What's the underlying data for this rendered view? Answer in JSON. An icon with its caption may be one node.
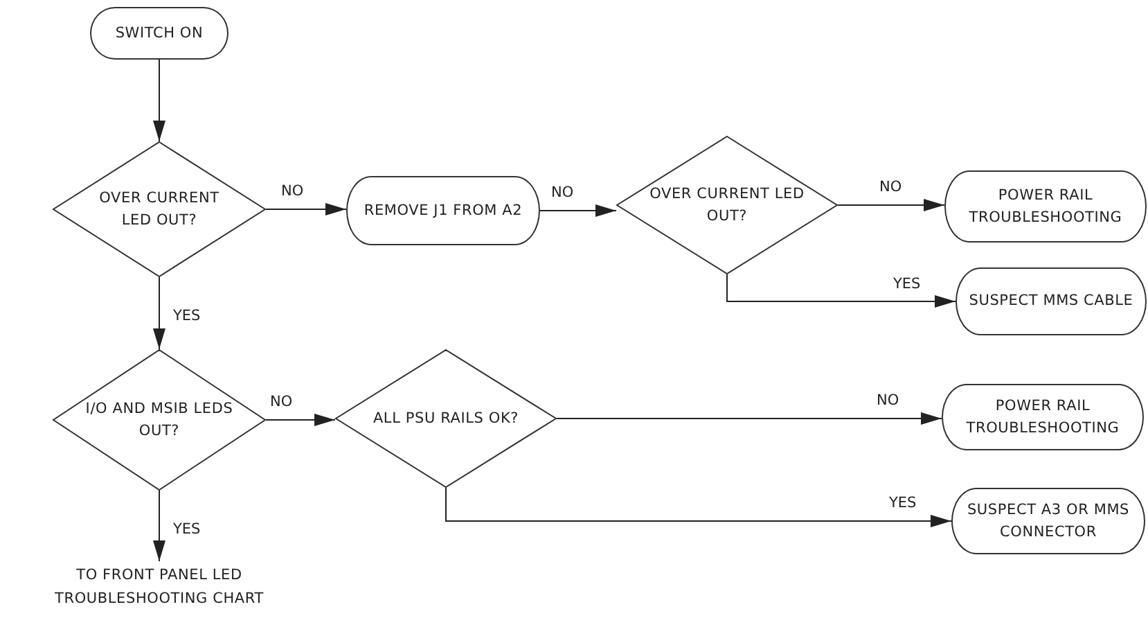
{
  "diagram": {
    "nodes": [
      {
        "text": [
          "SWITCH ON"
        ]
      },
      {
        "text": [
          "OVER CURRENT LED OUT?"
        ]
      },
      {
        "text": [
          "REMOVE J1 FROM A2"
        ]
      },
      {
        "text": [
          "OVER CURRENT LED OUT?"
        ]
      },
      {
        "text": [
          "POWER RAIL TROUBLESHOOTING"
        ]
      },
      {
        "text": [
          "SUSPECT MMS CABLE"
        ]
      },
      {
        "text": [
          "I/O AND MSIB LEDS OUT?"
        ]
      },
      {
        "text": [
          "ALL PSU RAILS OK?"
        ]
      },
      {
        "text": [
          "POWER RAIL TROUBLESHOOTING"
        ]
      },
      {
        "text": [
          "SUSPECT A3 OR MMS CONNECTOR"
        ]
      },
      {
        "text": [
          "TO FRONT PANEL LED TROUBLESHOOTING CHART"
        ]
      }
    ],
    "edges": [
      {
        "from": 0,
        "to": 1,
        "arrow": "to"
      },
      {
        "from": 1,
        "to": 2,
        "arrow": "to",
        "label": "NO"
      },
      {
        "from": 2,
        "to": 3,
        "arrow": "to",
        "label": "NO"
      },
      {
        "from": 3,
        "to": 4,
        "arrow": "to",
        "label": "NO"
      },
      {
        "from": 3,
        "to": 5,
        "arrow": "to",
        "label": "YES"
      },
      {
        "from": 1,
        "to": 6,
        "arrow": "to",
        "label": "YES"
      },
      {
        "from": 6,
        "to": 7,
        "arrow": "to",
        "label": "NO"
      },
      {
        "from": 7,
        "to": 8,
        "arrow": "to",
        "label": "NO"
      },
      {
        "from": 7,
        "to": 9,
        "arrow": "to",
        "label": "YES"
      },
      {
        "from": 6,
        "to": 10,
        "arrow": "to",
        "label": "YES"
      }
    ]
  }
}
